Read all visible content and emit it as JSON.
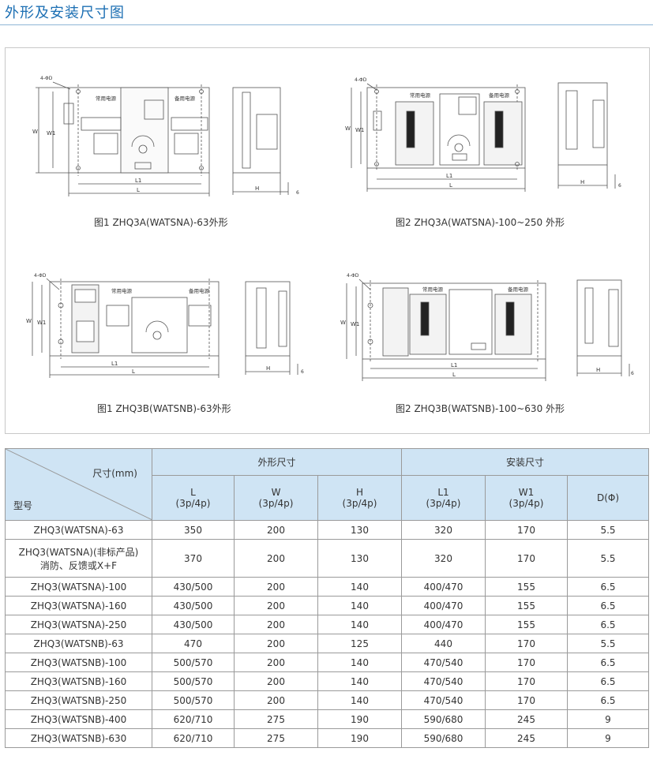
{
  "page": {
    "title": "外形及安装尺寸图"
  },
  "figures": {
    "fig1": {
      "caption": "图1 ZHQ3A(WATSNA)-63外形"
    },
    "fig2": {
      "caption": "图2  ZHQ3A(WATSNA)-100~250 外形"
    },
    "fig3": {
      "caption": "图1 ZHQ3B(WATSNB)-63外形"
    },
    "fig4": {
      "caption": "图2  ZHQ3B(WATSNB)-100~630 外形"
    },
    "labels": {
      "normal_power": "常用电源",
      "backup_power": "备用电源",
      "hole": "4-ΦD",
      "L": "L",
      "L1": "L1",
      "W": "W",
      "W1": "W1",
      "H": "H",
      "six": "6"
    }
  },
  "table": {
    "corner_top": "尺寸(mm)",
    "corner_bottom": "型号",
    "group_outer": "外形尺寸",
    "group_install": "安装尺寸",
    "columns": [
      {
        "name": "L",
        "sub": "(3p/4p)"
      },
      {
        "name": "W",
        "sub": "(3p/4p)"
      },
      {
        "name": "H",
        "sub": "(3p/4p)"
      },
      {
        "name": "L1",
        "sub": "(3p/4p)"
      },
      {
        "name": "W1",
        "sub": "(3p/4p)"
      },
      {
        "name": "D(Φ)",
        "sub": ""
      }
    ],
    "rows": [
      {
        "model": "ZHQ3(WATSNA)-63",
        "model2": "",
        "L": "350",
        "W": "200",
        "H": "130",
        "L1": "320",
        "W1": "170",
        "D": "5.5"
      },
      {
        "model": "ZHQ3(WATSNA)(非标产品)",
        "model2": "消防、反馈或X+F",
        "L": "370",
        "W": "200",
        "H": "130",
        "L1": "320",
        "W1": "170",
        "D": "5.5"
      },
      {
        "model": "ZHQ3(WATSNA)-100",
        "model2": "",
        "L": "430/500",
        "W": "200",
        "H": "140",
        "L1": "400/470",
        "W1": "155",
        "D": "6.5"
      },
      {
        "model": "ZHQ3(WATSNA)-160",
        "model2": "",
        "L": "430/500",
        "W": "200",
        "H": "140",
        "L1": "400/470",
        "W1": "155",
        "D": "6.5"
      },
      {
        "model": "ZHQ3(WATSNA)-250",
        "model2": "",
        "L": "430/500",
        "W": "200",
        "H": "140",
        "L1": "400/470",
        "W1": "155",
        "D": "6.5"
      },
      {
        "model": "ZHQ3(WATSNB)-63",
        "model2": "",
        "L": "470",
        "W": "200",
        "H": "125",
        "L1": "440",
        "W1": "170",
        "D": "5.5"
      },
      {
        "model": "ZHQ3(WATSNB)-100",
        "model2": "",
        "L": "500/570",
        "W": "200",
        "H": "140",
        "L1": "470/540",
        "W1": "170",
        "D": "6.5"
      },
      {
        "model": "ZHQ3(WATSNB)-160",
        "model2": "",
        "L": "500/570",
        "W": "200",
        "H": "140",
        "L1": "470/540",
        "W1": "170",
        "D": "6.5"
      },
      {
        "model": "ZHQ3(WATSNB)-250",
        "model2": "",
        "L": "500/570",
        "W": "200",
        "H": "140",
        "L1": "470/540",
        "W1": "170",
        "D": "6.5"
      },
      {
        "model": "ZHQ3(WATSNB)-400",
        "model2": "",
        "L": "620/710",
        "W": "275",
        "H": "190",
        "L1": "590/680",
        "W1": "245",
        "D": "9"
      },
      {
        "model": "ZHQ3(WATSNB)-630",
        "model2": "",
        "L": "620/710",
        "W": "275",
        "H": "190",
        "L1": "590/680",
        "W1": "245",
        "D": "9"
      }
    ]
  }
}
